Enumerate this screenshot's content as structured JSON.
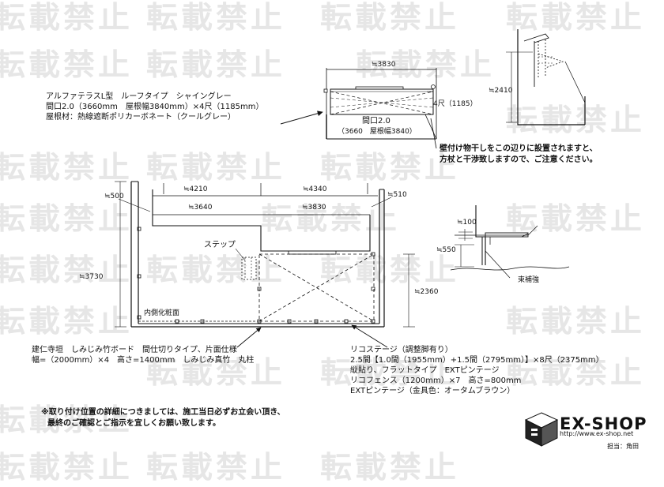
{
  "watermark": "転載禁止",
  "terrace": {
    "product": "アルファテラスL型　ルーフタイプ　シャイングレー",
    "size": "間口2.0（3660mm　屋根幅3840mm）×4尺（1185mm）",
    "material": "屋根材：熱線遮断ポリカーボネート（クールグレー）"
  },
  "top_plan": {
    "width_dim": "≒3830",
    "depth_dim": "4尺（1185）",
    "frontage": "間口2.0",
    "frontage_detail": "（3660　屋根幅3840）"
  },
  "side_view": {
    "height_dim": "≒2410"
  },
  "wall_note": {
    "line1": "壁付け物干しをこの辺りに設置されますと、",
    "line2": "方杖と干渉致しますので、ご注意ください。"
  },
  "site_plan": {
    "dim_left_top": "≒500",
    "dim_4210": "≒4210",
    "dim_4340": "≒4340",
    "dim_right_top": "≒510",
    "dim_3640": "≒3640",
    "dim_3830": "≒3830",
    "step_label": "ステップ",
    "dim_left_height": "≒3730",
    "dim_right_height": "≒2360",
    "inner_surface_label": "内側化粧面"
  },
  "detail": {
    "dim_100": "≒100",
    "dim_550": "≒550",
    "reinforcement": "束補強"
  },
  "fence": {
    "line1": "建仁寺垣　しみじみ竹ボード　間仕切りタイプ、片面仕様",
    "line2": "幅=（2000mm）×4　高さ=1400mm　しみじみ真竹　丸柱"
  },
  "deck": {
    "line1": "リコステージ（調整脚有り）",
    "line2": "2.5間【1.0間（1955mm）+1.5間（2795mm）】×8尺（2375mm）",
    "line3": "縦貼り、フラットタイプ　EXTピンテージ",
    "line4": "リコフェンス（1200mm）×7　高さ=800mm",
    "line5": "EXTピンテージ（金具色：オータムブラウン）"
  },
  "footer": {
    "line1": "※取り付け位置の詳細につきましては、施工当日必ずお立会い頂き、",
    "line2": "最終のご確認とご指示を宜しくお願い致します。"
  },
  "brand": {
    "name": "EX-SHOP",
    "url": "http://www.ex-shop.net",
    "person": "担当：角田"
  }
}
